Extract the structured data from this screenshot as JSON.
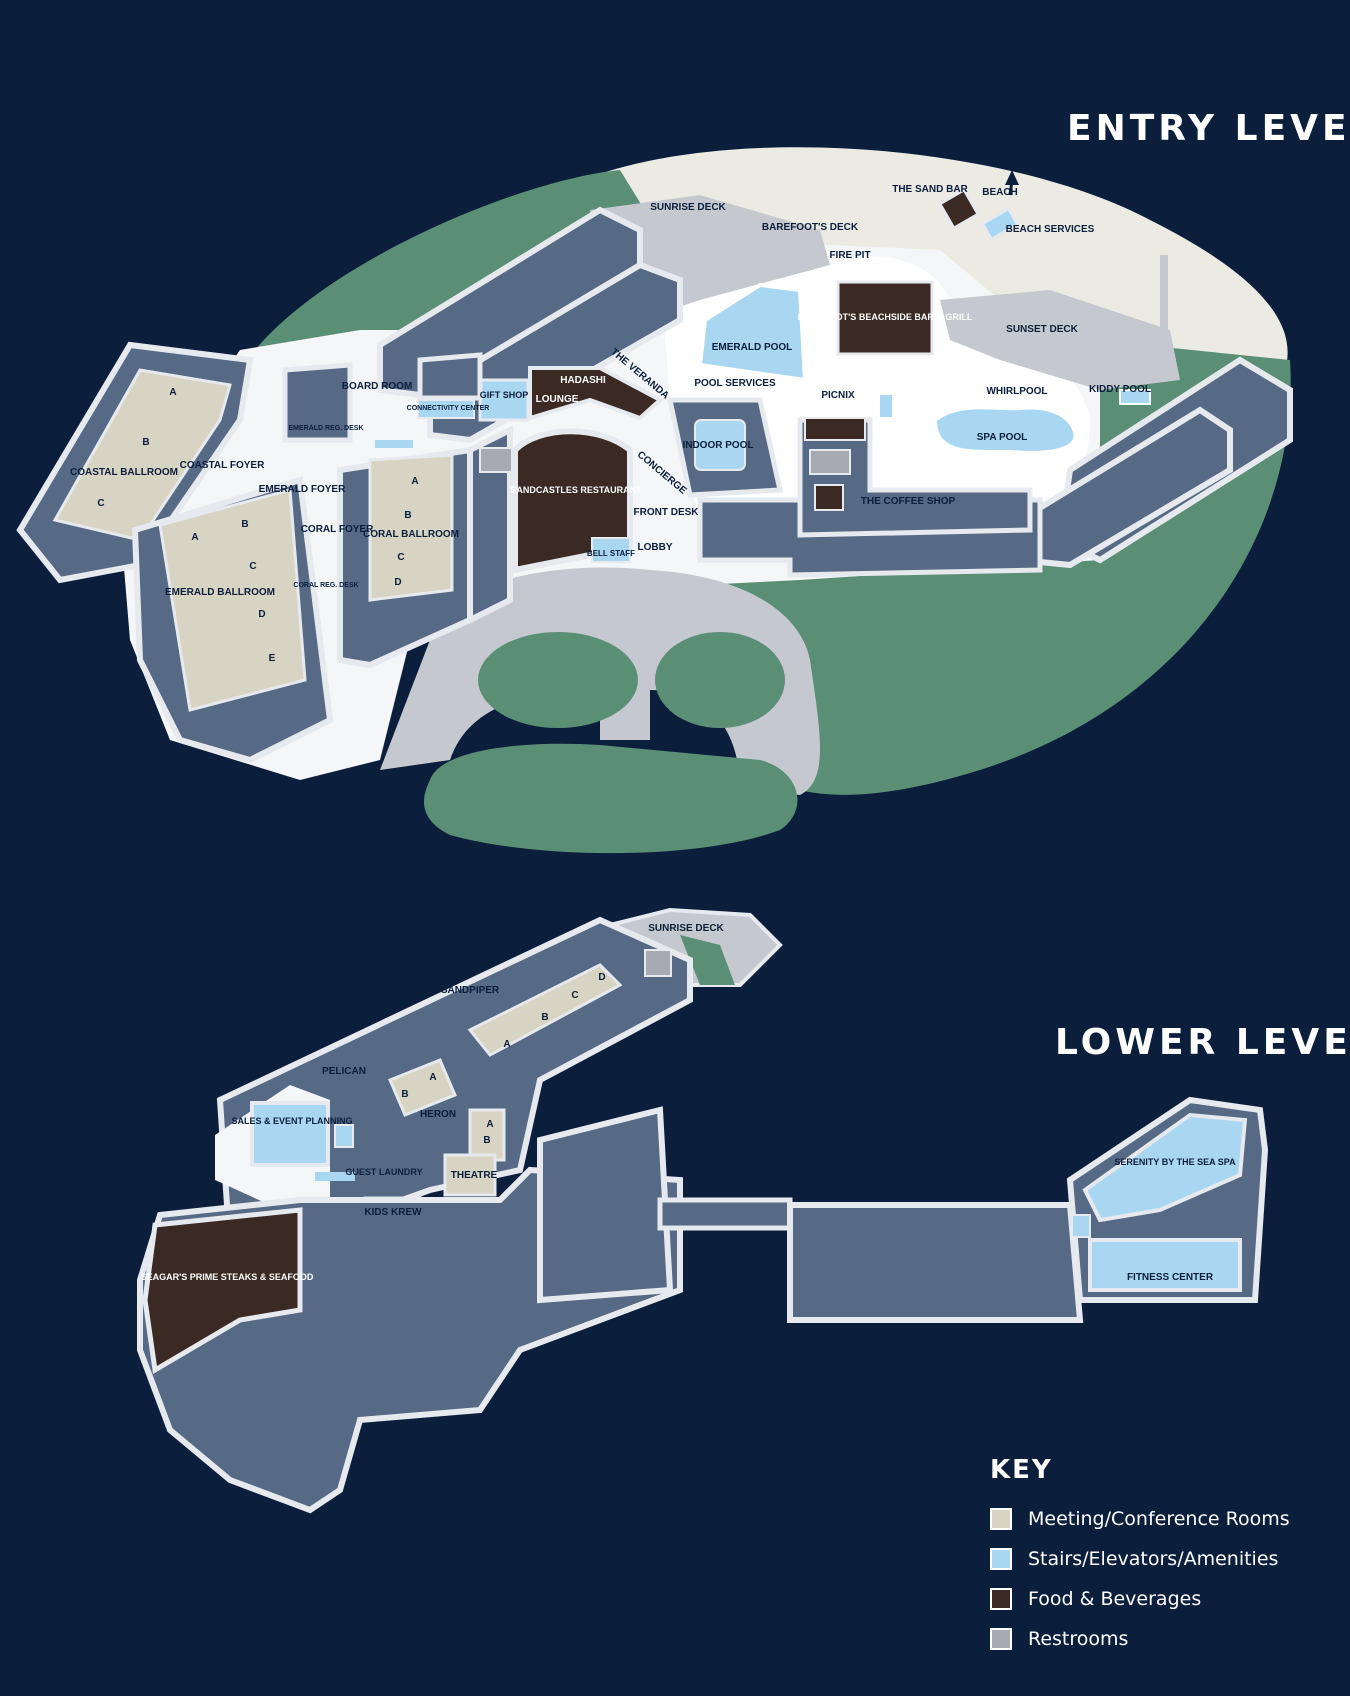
{
  "levels": {
    "entry": "ENTRY LEVEL",
    "lower": "LOWER LEVEL"
  },
  "colors": {
    "background": "#0b1e3c",
    "meeting": "#d8d4c3",
    "amenity": "#a9d7f2",
    "food": "#3b2a24",
    "restroom": "#a7aab0",
    "room": "#566a86",
    "wall": "#e6e9ee",
    "lawn": "#5a8f75",
    "sand": "#ecebe3",
    "road": "#c5c9cf"
  },
  "entry_labels": {
    "sunrise_deck": "SUNRISE DECK",
    "barefoots_deck": "BAREFOOT'S DECK",
    "fire_pit": "FIRE PIT",
    "sand_bar": "THE SAND BAR",
    "beach": "BEACH",
    "beach_services": "BEACH SERVICES",
    "barefoots_grill": "BAREFOOT'S BEACHSIDE BAR & GRILL",
    "sunset_deck": "SUNSET DECK",
    "emerald_pool": "EMERALD POOL",
    "pool_services": "POOL SERVICES",
    "picnix": "PICNIX",
    "whirlpool": "WHIRLPOOL",
    "kiddy_pool": "KIDDY POOL",
    "spa_pool": "SPA POOL",
    "indoor_pool": "INDOOR POOL",
    "coffee_shop": "THE COFFEE SHOP",
    "veranda": "THE VERANDA",
    "hadashi": "HADASHI",
    "lounge": "LOUNGE",
    "gift_shop": "GIFT SHOP",
    "connectivity": "CONNECTIVITY CENTER",
    "board_room": "BOARD ROOM",
    "emerald_reg": "EMERALD REG. DESK",
    "sandcastles": "SANDCASTLES RESTAURANT",
    "concierge": "CONCIERGE",
    "front_desk": "FRONT DESK",
    "lobby": "LOBBY",
    "bell_staff": "BELL STAFF",
    "coastal_ballroom": "COASTAL BALLROOM",
    "coastal_foyer": "COASTAL FOYER",
    "emerald_foyer": "EMERALD FOYER",
    "emerald_ballroom": "EMERALD BALLROOM",
    "coral_foyer": "CORAL FOYER",
    "coral_ballroom": "CORAL BALLROOM",
    "coral_reg": "CORAL REG. DESK"
  },
  "lower_labels": {
    "sunrise_deck": "SUNRISE DECK",
    "sandpiper": "SANDPIPER",
    "pelican": "PELICAN",
    "heron": "HERON",
    "sales": "SALES & EVENT PLANNING",
    "guest_laundry": "GUEST LAUNDRY",
    "theatre": "THEATRE",
    "kids_krew": "KIDS KREW",
    "seagars": "SEAGAR'S PRIME STEAKS & SEAFOOD",
    "spa": "SERENITY BY THE SEA SPA",
    "fitness": "FITNESS CENTER"
  },
  "section_letters": {
    "coastal": [
      "A",
      "B",
      "C"
    ],
    "emerald": [
      "A",
      "B",
      "C",
      "D",
      "E"
    ],
    "coral": [
      "A",
      "B",
      "C",
      "D"
    ],
    "sandpiper": [
      "A",
      "B",
      "C",
      "D"
    ],
    "pelican": [
      "A",
      "B"
    ],
    "heron": [
      "A",
      "B"
    ]
  },
  "key": {
    "title": "KEY",
    "items": [
      {
        "label": "Meeting/Conference Rooms",
        "color": "#d8d4c3"
      },
      {
        "label": "Stairs/Elevators/Amenities",
        "color": "#a9d7f2"
      },
      {
        "label": "Food & Beverages",
        "color": "#3b2a24"
      },
      {
        "label": "Restrooms",
        "color": "#a7aab0"
      }
    ]
  }
}
